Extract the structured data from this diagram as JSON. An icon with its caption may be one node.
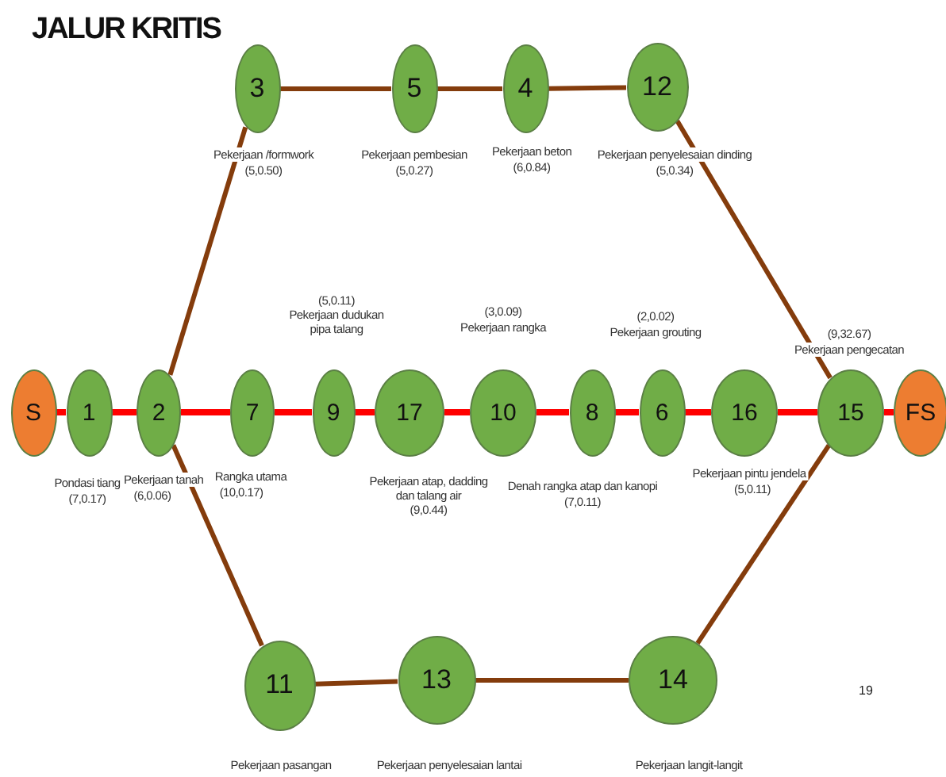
{
  "diagram": {
    "title": "JALUR KRITIS",
    "nodes": [
      {
        "text": [
          "3"
        ],
        "beside": [
          "Pekerjaan /formwork",
          "(5,0.50)"
        ]
      },
      {
        "text": [
          "5"
        ],
        "beside": [
          "Pekerjaan pembesian",
          "(5,0.27)"
        ]
      },
      {
        "text": [
          "4"
        ],
        "beside": [
          "Pekerjaan beton",
          "(6,0.84)"
        ]
      },
      {
        "text": [
          "12"
        ],
        "beside": [
          "Pekerjaan penyelesaian dinding",
          "(5,0.34)"
        ]
      },
      {
        "text": [
          "S"
        ]
      },
      {
        "text": [
          "1"
        ],
        "beside": [
          "Pondasi tiang",
          "(7,0.17)"
        ]
      },
      {
        "text": [
          "2"
        ],
        "beside": [
          "Pekerjaan tanah",
          "(6,0.06)"
        ]
      },
      {
        "text": [
          "7"
        ],
        "beside": [
          "Rangka utama",
          "(10,0.17)"
        ]
      },
      {
        "text": [
          "9"
        ],
        "beside": [
          "(5,0.11)",
          "Pekerjaan dudukan pipa talang"
        ]
      },
      {
        "text": [
          "17"
        ],
        "beside": [
          "Pekerjaan atap, dadding dan talang air",
          "(9,0.44)"
        ]
      },
      {
        "text": [
          "10"
        ],
        "beside": [
          "(3,0.09)",
          "Pekerjaan rangka"
        ]
      },
      {
        "text": [
          "8"
        ],
        "beside": [
          "Denah rangka atap dan kanopi",
          "(7,0.11)"
        ]
      },
      {
        "text": [
          "6"
        ],
        "beside": [
          "(2,0.02)",
          "Pekerjaan grouting"
        ]
      },
      {
        "text": [
          "16"
        ],
        "beside": [
          "Pekerjaan pintu jendela",
          "(5,0.11)"
        ]
      },
      {
        "text": [
          "15"
        ],
        "beside": [
          "(9,32.67)",
          "Pekerjaan pengecatan"
        ]
      },
      {
        "text": [
          "FS"
        ]
      },
      {
        "text": [
          "11"
        ],
        "beside": [
          "Pekerjaan pasangan"
        ]
      },
      {
        "text": [
          "13"
        ],
        "beside": [
          "Pekerjaan penyelesaian lantai"
        ]
      },
      {
        "text": [
          "14"
        ],
        "beside": [
          "Pekerjaan langit-langit"
        ]
      }
    ],
    "edges": [
      {
        "from": 4,
        "to": 5,
        "arrow": "none"
      },
      {
        "from": 5,
        "to": 6,
        "arrow": "none"
      },
      {
        "from": 6,
        "to": 7,
        "arrow": "none"
      },
      {
        "from": 7,
        "to": 8,
        "arrow": "none"
      },
      {
        "from": 8,
        "to": 9,
        "arrow": "none"
      },
      {
        "from": 9,
        "to": 10,
        "arrow": "none"
      },
      {
        "from": 10,
        "to": 11,
        "arrow": "none"
      },
      {
        "from": 11,
        "to": 12,
        "arrow": "none"
      },
      {
        "from": 12,
        "to": 13,
        "arrow": "none"
      },
      {
        "from": 13,
        "to": 14,
        "arrow": "none"
      },
      {
        "from": 14,
        "to": 15,
        "arrow": "none"
      },
      {
        "from": 6,
        "to": 0,
        "arrow": "none",
        "color": "#843c0c"
      },
      {
        "from": 0,
        "to": 1,
        "arrow": "none",
        "color": "#843c0c"
      },
      {
        "from": 1,
        "to": 2,
        "arrow": "none",
        "color": "#843c0c"
      },
      {
        "from": 2,
        "to": 3,
        "arrow": "none",
        "color": "#843c0c"
      },
      {
        "from": 3,
        "to": 14,
        "arrow": "none",
        "color": "#843c0c"
      },
      {
        "from": 6,
        "to": 16,
        "arrow": "none",
        "color": "#843c0c"
      },
      {
        "from": 16,
        "to": 17,
        "arrow": "none",
        "color": "#843c0c"
      },
      {
        "from": 17,
        "to": 18,
        "arrow": "none",
        "color": "#843c0c"
      },
      {
        "from": 18,
        "to": 14,
        "arrow": "none",
        "color": "#843c0c"
      }
    ],
    "labels": [
      "19"
    ]
  }
}
